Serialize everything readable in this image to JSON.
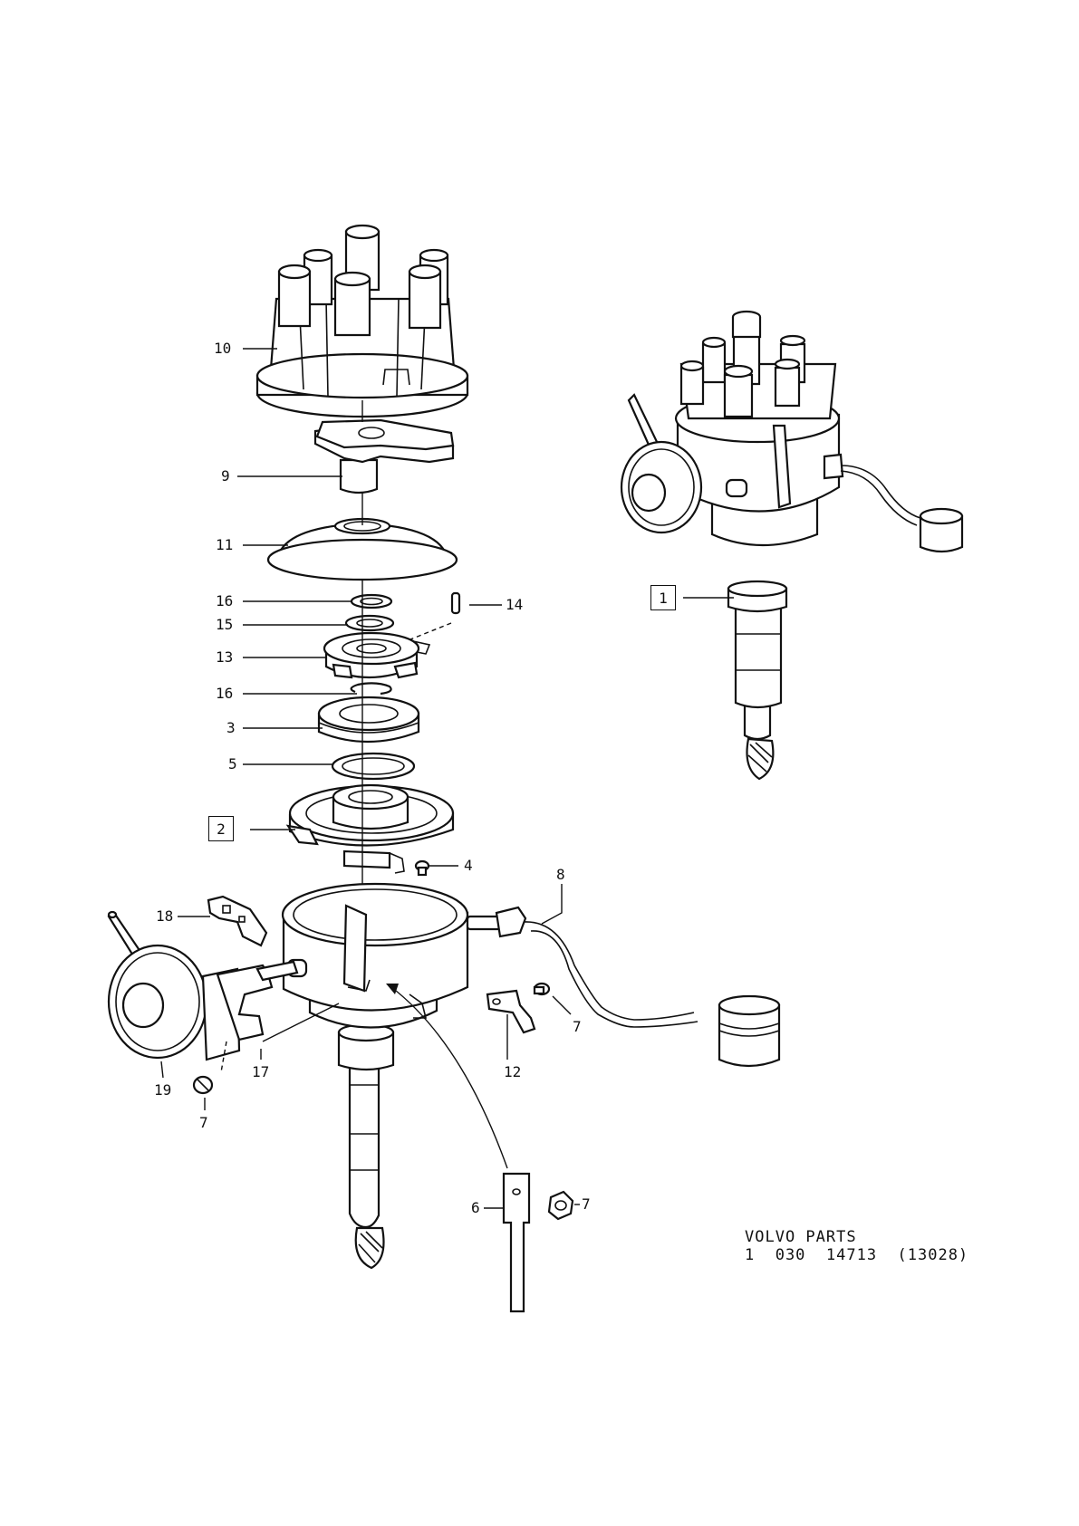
{
  "parts": [
    {
      "id": "part-10",
      "ref": "10"
    },
    {
      "id": "part-9",
      "ref": "9"
    },
    {
      "id": "part-11",
      "ref": "11"
    },
    {
      "id": "part-16a",
      "ref": "16"
    },
    {
      "id": "part-15",
      "ref": "15"
    },
    {
      "id": "part-14",
      "ref": "14"
    },
    {
      "id": "part-13",
      "ref": "13"
    },
    {
      "id": "part-16b",
      "ref": "16"
    },
    {
      "id": "part-3",
      "ref": "3"
    },
    {
      "id": "part-5",
      "ref": "5"
    },
    {
      "id": "part-2",
      "ref": "2",
      "boxed": true
    },
    {
      "id": "part-4",
      "ref": "4"
    },
    {
      "id": "part-8",
      "ref": "8"
    },
    {
      "id": "part-18",
      "ref": "18"
    },
    {
      "id": "part-7a",
      "ref": "7"
    },
    {
      "id": "part-12",
      "ref": "12"
    },
    {
      "id": "part-17",
      "ref": "17"
    },
    {
      "id": "part-19",
      "ref": "19"
    },
    {
      "id": "part-7b",
      "ref": "7"
    },
    {
      "id": "part-6",
      "ref": "6"
    },
    {
      "id": "part-7c",
      "ref": "7"
    },
    {
      "id": "part-1",
      "ref": "1",
      "boxed": true
    }
  ],
  "footer": {
    "line1": "VOLVO PARTS",
    "line2": "1  030  14713  (13028)"
  }
}
